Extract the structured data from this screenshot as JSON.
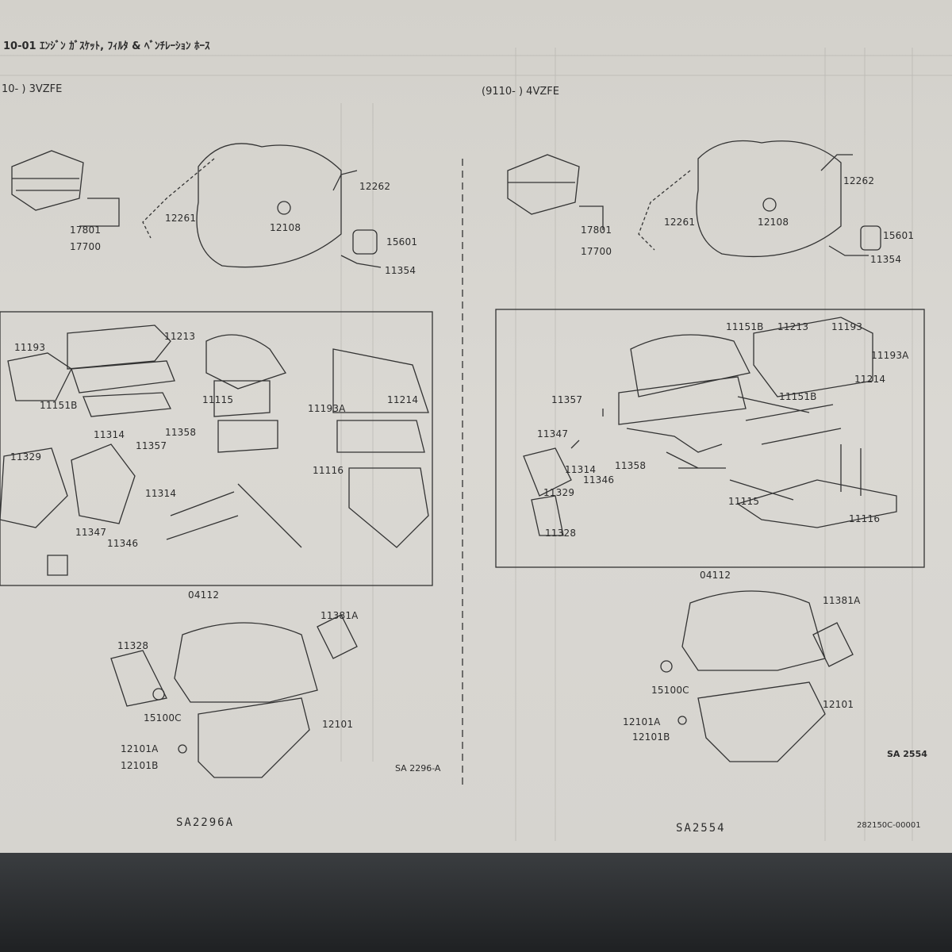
{
  "header": {
    "title": "10-01 ｴﾝｼﾞﾝ ｶﾞｽｹｯﾄ, ﾌｨﾙﾀ & ﾍﾞﾝﾁﾚｰｼｮﾝ ﾎｰｽ"
  },
  "left": {
    "subtitle": "10-      ) 3VZFE",
    "labels": [
      "17801",
      "17700",
      "12261",
      "12262",
      "12108",
      "15601",
      "11354",
      "11213",
      "11193",
      "11151B",
      "11115",
      "11214",
      "11193A",
      "11314",
      "11358",
      "11357",
      "11329",
      "11116",
      "11314",
      "11347",
      "11346",
      "04112",
      "11328",
      "11381A",
      "15100C",
      "12101",
      "12101A",
      "12101B"
    ],
    "ref": "SA 2296-A",
    "code": "SA2296A"
  },
  "right": {
    "subtitle": "(9110-      ) 4VZFE",
    "labels": [
      "17801",
      "17700",
      "12261",
      "12262",
      "12108",
      "15601",
      "11354",
      "11151B",
      "11213",
      "11193",
      "11193A",
      "11214",
      "11151B",
      "11357",
      "11347",
      "11314",
      "11346",
      "11358",
      "11329",
      "11328",
      "11115",
      "11116",
      "04112",
      "11381A",
      "15100C",
      "12101",
      "12101A",
      "12101B"
    ],
    "ref": "SA 2554",
    "code": "SA2554",
    "doc_number": "282150C-00001"
  }
}
